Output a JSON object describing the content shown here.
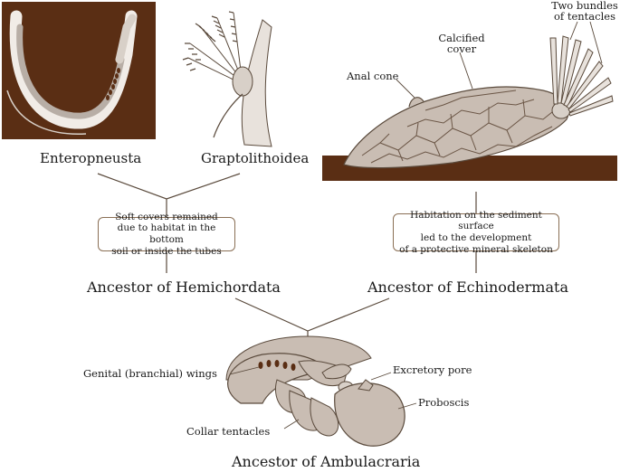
{
  "taxa": {
    "enteropneusta": "Enteropneusta",
    "graptolithoidea": "Graptolithoidea"
  },
  "echinoderm_labels": {
    "anal_cone": "Anal cone",
    "calcified_cover_1": "Calcified",
    "calcified_cover_2": "cover",
    "two_bundles_1": "Two bundles",
    "two_bundles_2": "of tentacles"
  },
  "notes": {
    "hemichordata": [
      "Soft covers remained",
      "due to habitat in the bottom",
      "soil or inside the tubes"
    ],
    "echinodermata": [
      "Habitation on the sediment surface",
      "led to the development",
      "of a protective mineral skeleton"
    ]
  },
  "ancestors": {
    "hemichordata": "Ancestor of Hemichordata",
    "echinodermata": "Ancestor of Echinodermata",
    "ambulacraria": "Ancestor of Ambulacraria"
  },
  "ambulacraria_labels": {
    "genital_wings": "Genital (branchial) wings",
    "excretory_pore": "Excretory pore",
    "proboscis": "Proboscis",
    "collar_tentacles": "Collar tentacles"
  },
  "colors": {
    "sediment": "#5a2e14",
    "body_fill": "#c9bdb3",
    "line": "#5a4a3c",
    "note_border": "#8a6f55"
  }
}
